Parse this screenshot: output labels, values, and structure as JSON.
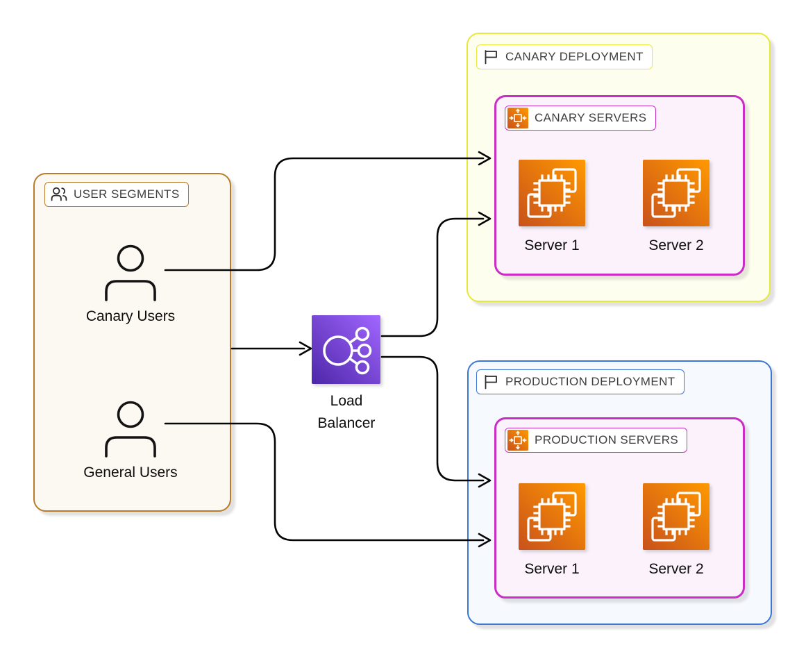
{
  "diagram": {
    "user_segments": {
      "title": "USER SEGMENTS",
      "members": [
        {
          "name": "Canary Users"
        },
        {
          "name": "General Users"
        }
      ]
    },
    "load_balancer": {
      "name": "Load Balancer",
      "lines": [
        "Load",
        "Balancer"
      ]
    },
    "canary": {
      "title": "CANARY DEPLOYMENT",
      "servers_group": {
        "title": "CANARY SERVERS",
        "servers": [
          {
            "name": "Server 1"
          },
          {
            "name": "Server 2"
          }
        ]
      }
    },
    "production": {
      "title": "PRODUCTION DEPLOYMENT",
      "servers_group": {
        "title": "PRODUCTION SERVERS",
        "servers": [
          {
            "name": "Server 1"
          },
          {
            "name": "Server 2"
          }
        ]
      }
    },
    "icons": {
      "user_segments_chip": "users-icon",
      "deployment_chips": "flag-icon",
      "servers_chips": "auto-scaling-icon",
      "member_nodes": "person-icon",
      "server_nodes": "ec2-server-icon",
      "load_balancer_node": "load-balancer-icon"
    },
    "colors": {
      "user_segments_border": "#B97B29",
      "canary_border": "#E7E93A",
      "production_border": "#3B76D1",
      "servers_border": "#C92DC4",
      "server_gradient": [
        "#C8511B",
        "#FF9900"
      ],
      "load_balancer_gradient": [
        "#4D27A8",
        "#A166FF"
      ],
      "edge_color": "#050505"
    }
  }
}
